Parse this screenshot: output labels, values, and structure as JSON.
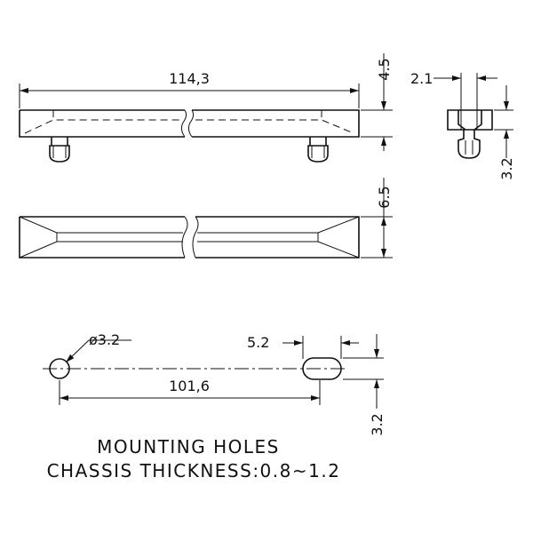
{
  "dimensions": {
    "overall_length": "114,3",
    "top_height": "4.5",
    "bottom_height": "6.5",
    "side_width": "2.1",
    "side_height": "3.2",
    "hole_diameter": "ø3.2",
    "slot_width": "5.2",
    "hole_spacing": "101,6",
    "slot_height": "3.2"
  },
  "notes": {
    "line1": "MOUNTING HOLES",
    "line2": "CHASSIS THICKNESS:0.8~1.2"
  }
}
